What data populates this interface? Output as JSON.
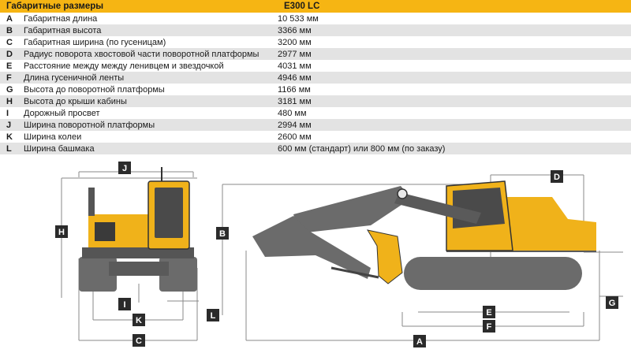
{
  "header": {
    "title": "Габаритные размеры",
    "model": "E300 LC"
  },
  "rows": [
    {
      "letter": "A",
      "label": "Габаритная длина",
      "value": "10 533 мм"
    },
    {
      "letter": "B",
      "label": "Габаритная высота",
      "value": "3366 мм"
    },
    {
      "letter": "C",
      "label": "Габаритная ширина (по гусеницам)",
      "value": "3200 мм"
    },
    {
      "letter": "D",
      "label": "Радиус поворота хвостовой части поворотной платформы",
      "value": "2977 мм"
    },
    {
      "letter": "E",
      "label": "Расстояние между между ленивцем и звездочкой",
      "value": "4031 мм"
    },
    {
      "letter": "F",
      "label": "Длина гусеничной ленты",
      "value": "4946 мм"
    },
    {
      "letter": "G",
      "label": "Высота до поворотной платформы",
      "value": "1166 мм"
    },
    {
      "letter": "H",
      "label": "Высота до крыши кабины",
      "value": "3181 мм"
    },
    {
      "letter": "I",
      "label": "Дорожный просвет",
      "value": "480 мм"
    },
    {
      "letter": "J",
      "label": "Ширина поворотной платформы",
      "value": "2994 мм"
    },
    {
      "letter": "K",
      "label": "Ширина колеи",
      "value": "2600 мм"
    },
    {
      "letter": "L",
      "label": "Ширина башмака",
      "value": "600 мм (стандарт) или 800 мм (по заказу)"
    }
  ],
  "diagram_labels": {
    "A": "A",
    "B": "B",
    "C": "C",
    "D": "D",
    "E": "E",
    "F": "F",
    "G": "G",
    "H": "H",
    "I": "I",
    "J": "J",
    "K": "K",
    "L": "L"
  },
  "colors": {
    "header": "#f6b513",
    "row_alt": "#e3e3e3",
    "label_box": "#2b2b2b",
    "machine_yellow": "#f0b21a",
    "machine_gray": "#6b6b6b"
  }
}
